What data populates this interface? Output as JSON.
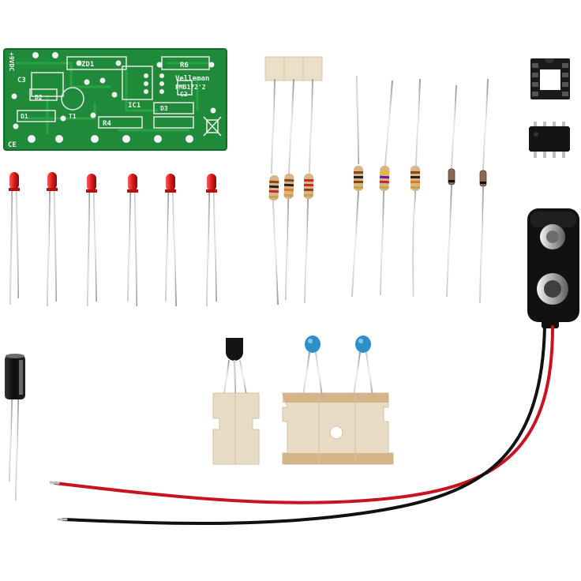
{
  "pcb": {
    "brand": "Velleman",
    "model": "PMB172'2",
    "labels": {
      "zd1": "ZD1",
      "r6": "R6",
      "c3": "C3",
      "c2": "C2",
      "d1": "D1",
      "d2": "D2",
      "d3": "D3",
      "r4": "R4",
      "ic1": "IC1",
      "t1": "T1",
      "ce": "CE",
      "vdc": "+9VDC"
    }
  },
  "colors": {
    "pcb_green": "#1f8a3a",
    "led_red": "#d81a1a",
    "wire_red": "#c8141e",
    "wire_black": "#111111",
    "capacitor_blue": "#2e8fc9",
    "resistor_body": "#d8b48a",
    "tape": "#e9dcc6"
  },
  "icons": {
    "board": "pcb-board-icon",
    "led": "red-led-icon",
    "resistor": "resistor-icon",
    "diode": "diode-icon",
    "socket": "ic-socket-icon",
    "chip": "ic-chip-icon",
    "battery_clip": "battery-clip-icon",
    "electrolytic": "electrolytic-capacitor-icon",
    "transistor": "transistor-icon",
    "ceramic_cap": "ceramic-capacitor-icon"
  }
}
